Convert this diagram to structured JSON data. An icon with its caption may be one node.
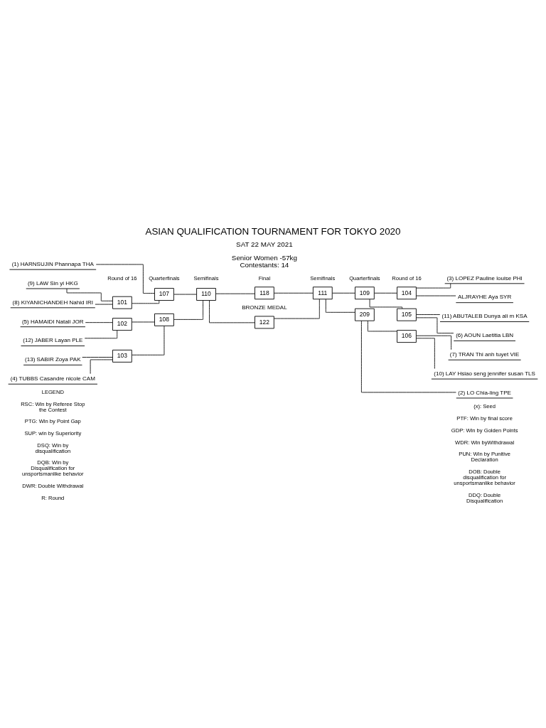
{
  "diagram": {
    "title": "ASIAN QUALIFICATION TOURNAMENT FOR TOKYO 2020",
    "nodes": [
      {
        "text": [
          "(1) HARNSUJIN Phannapa THA"
        ]
      },
      {
        "text": [
          "(9) LAW Sin yi HKG"
        ]
      },
      {
        "text": [
          "(8) KIYANICHANDEH Nahid IRI"
        ]
      },
      {
        "text": [
          "(5) HAMAIDI Natali JOR"
        ]
      },
      {
        "text": [
          "(12) JABER Layan PLE"
        ]
      },
      {
        "text": [
          "(13) SABIR Zoya PAK"
        ]
      },
      {
        "text": [
          "(4) TUBBS Casandre nicole CAM"
        ]
      },
      {
        "text": [
          "101"
        ]
      },
      {
        "text": [
          "102"
        ]
      },
      {
        "text": [
          "103"
        ]
      },
      {
        "text": [
          "107"
        ]
      },
      {
        "text": [
          "108"
        ]
      },
      {
        "text": [
          "110"
        ]
      },
      {
        "text": [
          "118"
        ]
      },
      {
        "text": [
          "122"
        ],
        "beside": [
          "BRONZE MEDAL"
        ]
      },
      {
        "text": [
          "111"
        ]
      },
      {
        "text": [
          "109"
        ]
      },
      {
        "text": [
          "209"
        ]
      },
      {
        "text": [
          "104"
        ]
      },
      {
        "text": [
          "105"
        ]
      },
      {
        "text": [
          "106"
        ]
      },
      {
        "text": [
          "(3) LOPEZ Pauline louise PHI"
        ]
      },
      {
        "text": [
          "ALJRAYHE Aya SYR"
        ]
      },
      {
        "text": [
          "(11) ABUTALEB Dunya ali m KSA"
        ]
      },
      {
        "text": [
          "(6) AOUN Laetitia LBN"
        ]
      },
      {
        "text": [
          "(7) TRAN Thi anh tuyet VIE"
        ]
      },
      {
        "text": [
          "(10) LAY Hsiao seng jennifer susan TLS"
        ]
      },
      {
        "text": [
          "(2) LO Chia-ling TPE"
        ]
      }
    ],
    "edges": [
      {
        "from": 0,
        "to": 10,
        "arrow": "none"
      },
      {
        "from": 1,
        "to": 7,
        "arrow": "none"
      },
      {
        "from": 2,
        "to": 7,
        "arrow": "none"
      },
      {
        "from": 7,
        "to": 10,
        "arrow": "none"
      },
      {
        "from": 3,
        "to": 8,
        "arrow": "none"
      },
      {
        "from": 4,
        "to": 8,
        "arrow": "none"
      },
      {
        "from": 5,
        "to": 9,
        "arrow": "none"
      },
      {
        "from": 6,
        "to": 9,
        "arrow": "none"
      },
      {
        "from": 8,
        "to": 11,
        "arrow": "none"
      },
      {
        "from": 9,
        "to": 11,
        "arrow": "none"
      },
      {
        "from": 10,
        "to": 12,
        "arrow": "none"
      },
      {
        "from": 11,
        "to": 12,
        "arrow": "none"
      },
      {
        "from": 12,
        "to": 13,
        "arrow": "none"
      },
      {
        "from": 12,
        "to": 14,
        "arrow": "none"
      },
      {
        "from": 15,
        "to": 13,
        "arrow": "none"
      },
      {
        "from": 15,
        "to": 14,
        "arrow": "none"
      },
      {
        "from": 16,
        "to": 15,
        "arrow": "none"
      },
      {
        "from": 17,
        "to": 15,
        "arrow": "none"
      },
      {
        "from": 18,
        "to": 16,
        "arrow": "none"
      },
      {
        "from": 19,
        "to": 16,
        "arrow": "none"
      },
      {
        "from": 20,
        "to": 17,
        "arrow": "none"
      },
      {
        "from": 27,
        "to": 17,
        "arrow": "none"
      },
      {
        "from": 21,
        "to": 18,
        "arrow": "none"
      },
      {
        "from": 22,
        "to": 18,
        "arrow": "none"
      },
      {
        "from": 23,
        "to": 19,
        "arrow": "none"
      },
      {
        "from": 24,
        "to": 19,
        "arrow": "none"
      },
      {
        "from": 25,
        "to": 20,
        "arrow": "none"
      },
      {
        "from": 26,
        "to": 20,
        "arrow": "none"
      }
    ],
    "labels": [
      "SAT 22 MAY 2021",
      "Senior Women -57kg Contestants: 14",
      "Round of 16",
      "Quarterfinals",
      "Semifinals",
      "Final",
      "Semifinals",
      "Quarterfinals",
      "Round of 16",
      "LEGEND",
      "RSC: Win by Referee Stop the Contest",
      "PTG: Win by Point Gap",
      "SUP: win by Superiority",
      "DSQ: Win by disqualification",
      "DQB: Win by Disqualification for unsportsmanlike behavior",
      "DWR: Double Withdrawal",
      "R: Round",
      "(x): Seed",
      "PTF: Win by final score",
      "GDP: Win by Golden Points",
      "WDR: Win byWithdrawal",
      "PUN: Win by Punitive Declaration",
      "DOB: Double disqualification for unsportsmanlike behavior",
      "DDQ: Double Disqualification"
    ]
  }
}
